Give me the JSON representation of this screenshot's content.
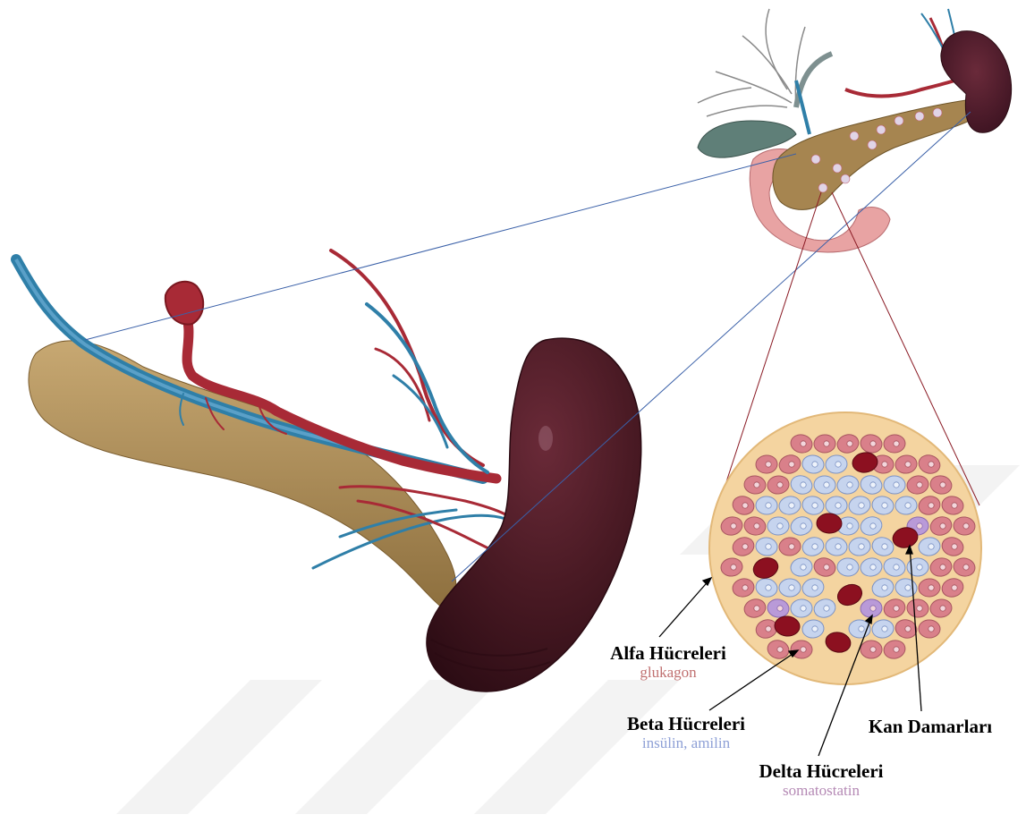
{
  "labels": {
    "alpha": {
      "title": "Alfa Hücreleri",
      "hormone": "glukagon"
    },
    "beta": {
      "title": "Beta Hücreleri",
      "hormone": "insülin, amilin"
    },
    "delta": {
      "title": "Delta Hücreleri",
      "hormone": "somatostatin"
    },
    "vessels": {
      "title": "Kan Damarları"
    }
  },
  "colors": {
    "alpha_text": "#c07070",
    "beta_text": "#8ea0d6",
    "delta_text": "#b58ab5",
    "pancreas": "#b09058",
    "spleen": "#4a1a24",
    "artery": "#a82a36",
    "vein": "#2f7fa8",
    "alpha_cell": "#d9808a",
    "beta_cell": "#c6d4ee",
    "delta_cell": "#b99ad8",
    "vessel_cell": "#8c1020",
    "islet_bg": "#f4d4a0"
  }
}
